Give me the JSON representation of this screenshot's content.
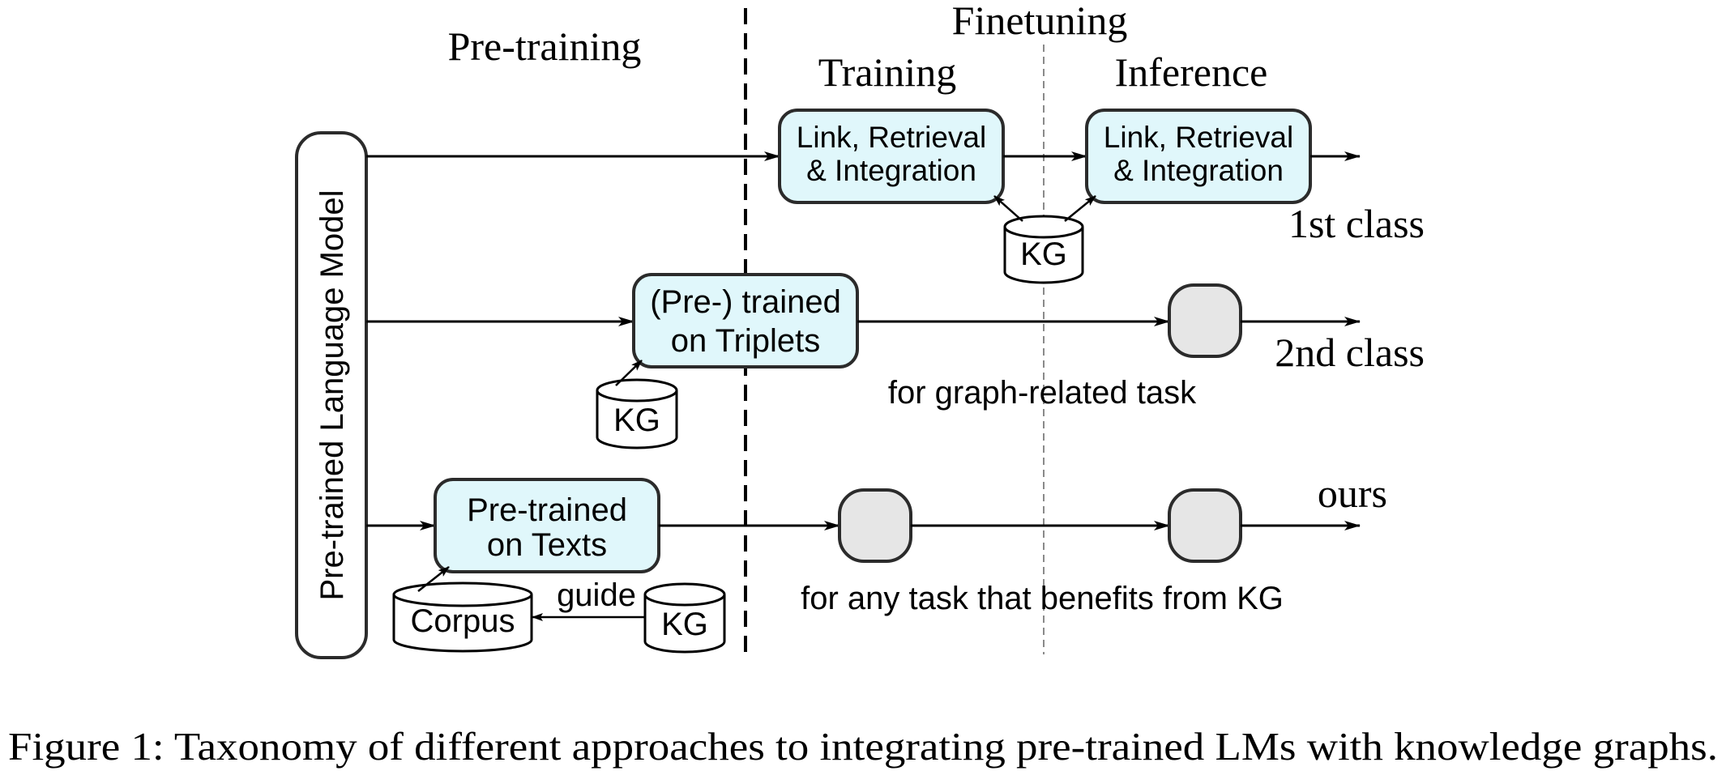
{
  "headers": {
    "pretraining": "Pre-training",
    "finetuning": "Finetuning",
    "training": "Training",
    "inference": "Inference"
  },
  "plm_label": "Pre-trained Language Model",
  "row1": {
    "training_box": [
      "Link, Retrieval",
      "& Integration"
    ],
    "inference_box": [
      "Link, Retrieval",
      "& Integration"
    ],
    "kg": "KG",
    "class_label": "1st class"
  },
  "row2": {
    "box": [
      "(Pre-) trained",
      "on Triplets"
    ],
    "kg": "KG",
    "task_label": "for graph-related task",
    "class_label": "2nd class"
  },
  "row3": {
    "box": [
      "Pre-trained",
      "on Texts"
    ],
    "corpus": "Corpus",
    "kg": "KG",
    "guide_label": "guide",
    "task_label": "for any task that benefits from KG",
    "class_label": "ours"
  },
  "caption": "Figure 1: Taxonomy of different approaches to integrating pre-trained LMs with knowledge graphs.",
  "colors": {
    "box_fill": "#e0f7fb",
    "gray_fill": "#e6e6e6",
    "stroke": "#2b2b2b"
  }
}
